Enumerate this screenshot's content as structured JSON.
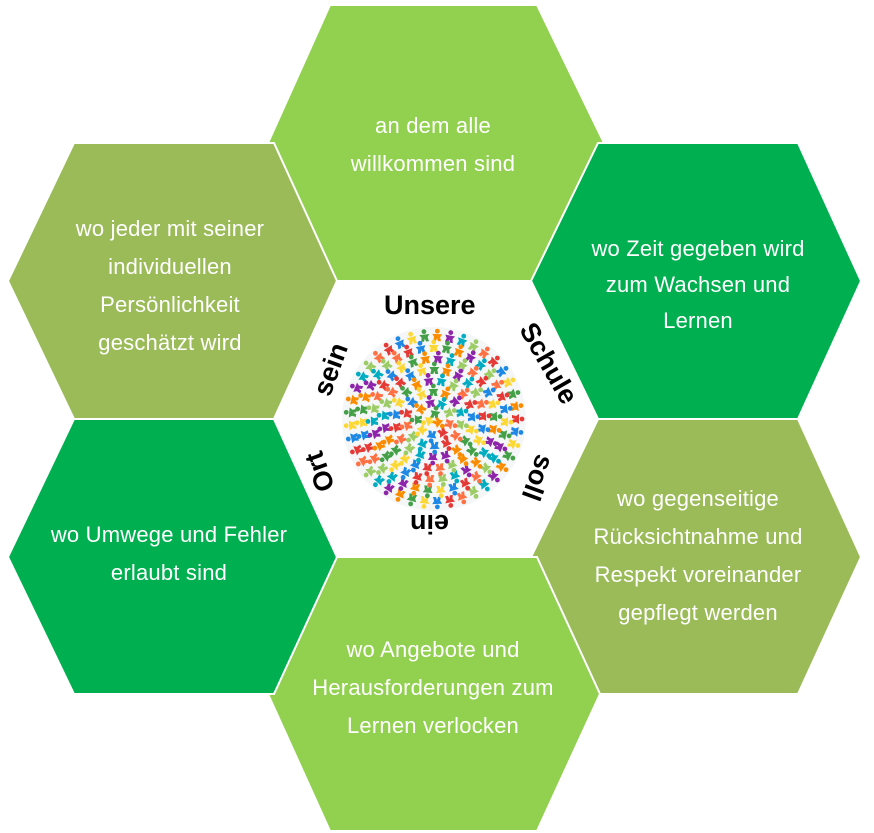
{
  "colors": {
    "light_green": "#92d050",
    "dark_green": "#00b050",
    "olive_green": "#9bbb59",
    "center_fill": "#ffffff",
    "hex_stroke": "#ffffff"
  },
  "center": {
    "words": [
      "Unsere",
      "Schule",
      "soll",
      "ein",
      "Ort",
      "sein"
    ],
    "globe_icon": "people-globe-icon"
  },
  "hexagons": {
    "top": {
      "text": "an dem alle\nwillkommen sind"
    },
    "upper_right": {
      "text": "wo Zeit gegeben wird\nzum Wachsen und\nLernen"
    },
    "lower_right": {
      "text": "wo gegenseitige\nRücksichtnahme und\nRespekt voreinander\ngepflegt werden"
    },
    "bottom": {
      "text": "wo Angebote und\nHerausforderungen zum\nLernen verlocken"
    },
    "lower_left": {
      "text": "wo Umwege und Fehler\nerlaubt sind"
    },
    "upper_left": {
      "text": "wo jeder mit seiner\nindividuellen\nPersönlichkeit\ngeschätzt wird"
    }
  }
}
